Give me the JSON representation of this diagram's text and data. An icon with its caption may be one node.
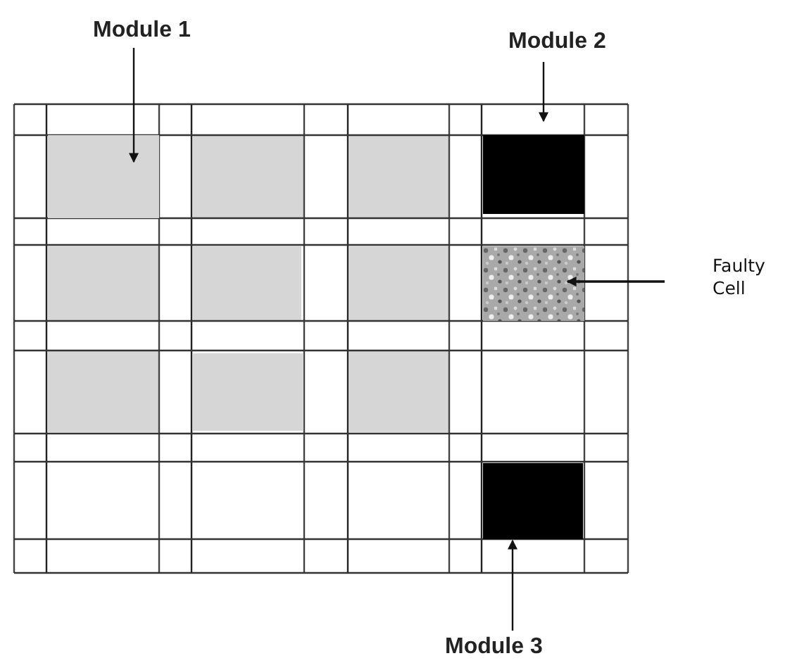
{
  "diagram": {
    "nodes": [
      {
        "text": [
          "Module 1"
        ]
      },
      {
        "text": [],
        "shape": "box"
      },
      {
        "text": [
          "Module 2"
        ]
      },
      {
        "text": [],
        "shape": "box"
      },
      {
        "text": [
          "Faulty Cell"
        ]
      },
      {
        "text": [],
        "shape": "box"
      },
      {
        "text": [
          "Module 3"
        ]
      },
      {
        "text": [],
        "shape": "box"
      }
    ],
    "edges": [
      {
        "from": 0,
        "to": 1,
        "arrow": "to"
      },
      {
        "from": 2,
        "to": 3,
        "arrow": "to"
      },
      {
        "from": 4,
        "to": 5,
        "arrow": "to"
      },
      {
        "from": 6,
        "to": 7,
        "arrow": "to"
      }
    ]
  }
}
